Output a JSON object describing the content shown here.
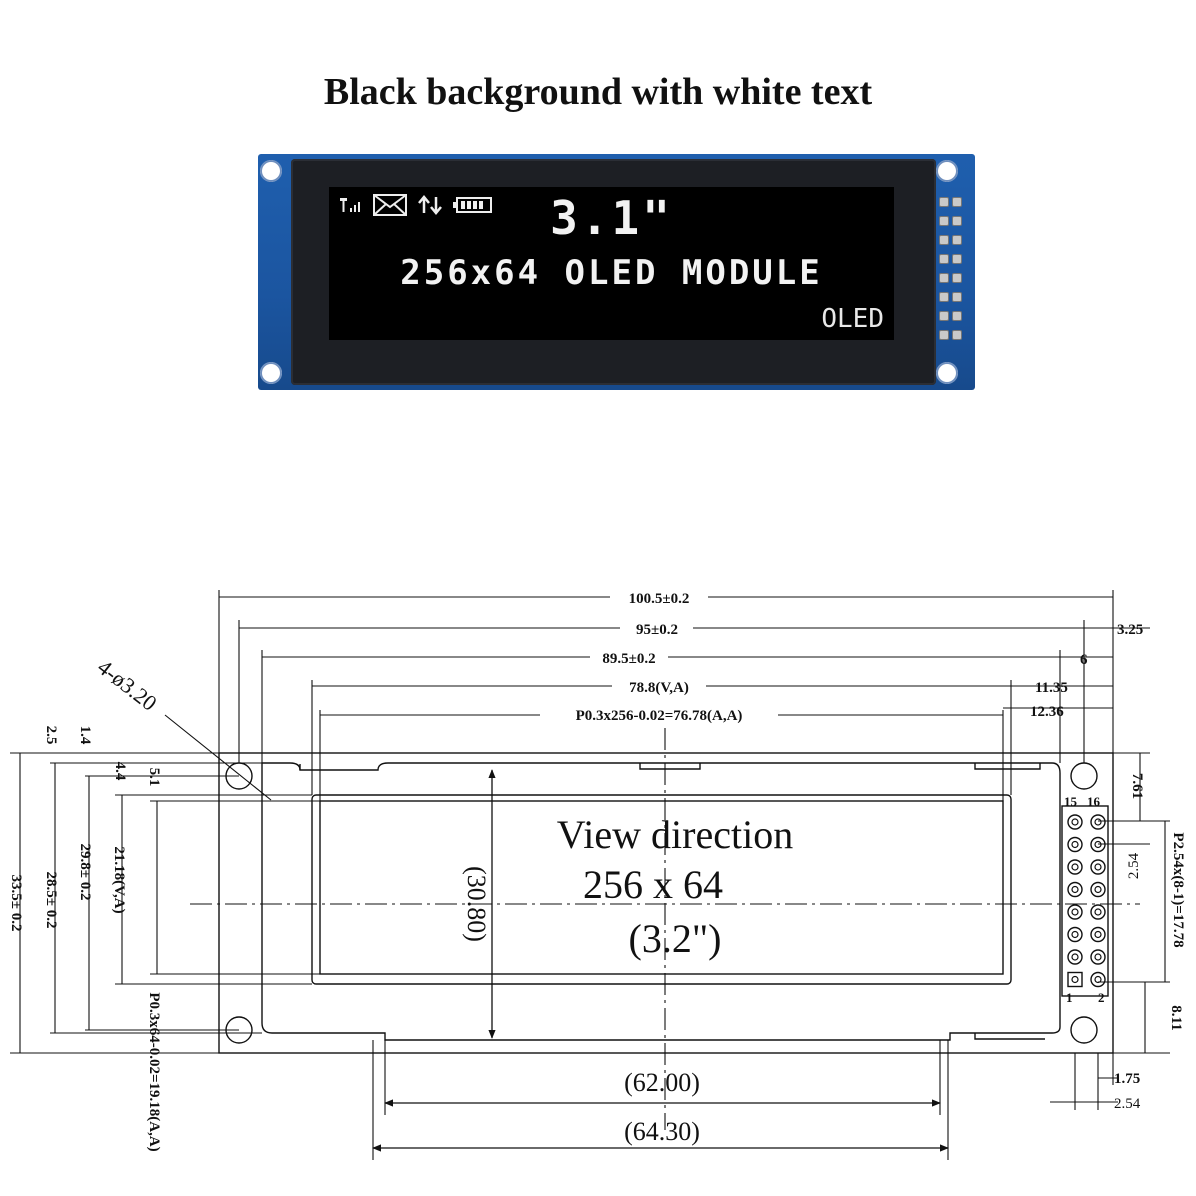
{
  "title": "Black background with white text",
  "module_photo": {
    "screen_line1": "3.1\"",
    "screen_line2": "256x64 OLED MODULE",
    "screen_corner": "OLED",
    "status_icons": [
      "signal-icon",
      "mail-icon",
      "updown-arrows-icon",
      "battery-icon"
    ]
  },
  "drawing": {
    "overall_width": "100.5±0.2",
    "hole_span": "95±0.2",
    "glass_width": "89.5±0.2",
    "view_area_width": "78.8(V,A)",
    "active_area_width": "P0.3x256-0.02=76.78(A,A)",
    "right_offset_1": "3.25",
    "right_offset_2": "6",
    "right_offset_3": "11.35",
    "right_offset_4": "12.36",
    "hole_note": "4-ø3.20",
    "left_2_5": "2.5",
    "left_1_4": "1.4",
    "left_4_4": "4.4",
    "left_5_1": "5.1",
    "height_overall": "33.5± 0.2",
    "height_28_5": "28.5± 0.2",
    "height_29_8": "29.8± 0.2",
    "view_area_height": "21.18(V,A)",
    "active_area_height": "P0.3x64-0.02=19.18(A,A)",
    "center_height": "(30.80)",
    "view_text_1": "View direction",
    "view_text_2": "256 x 64",
    "view_text_3": "(3.2\")",
    "bottom_62": "(62.00)",
    "bottom_64": "(64.30)",
    "pin_15": "15",
    "pin_16": "16",
    "pin_1": "1",
    "pin_2": "2",
    "r_7_61": "7.61",
    "r_2_54_v": "2.54",
    "r_pitch": "P2.54x(8-1)=17.78",
    "r_8_11": "8.11",
    "b_1_75": "1.75",
    "b_2_54": "2.54"
  }
}
